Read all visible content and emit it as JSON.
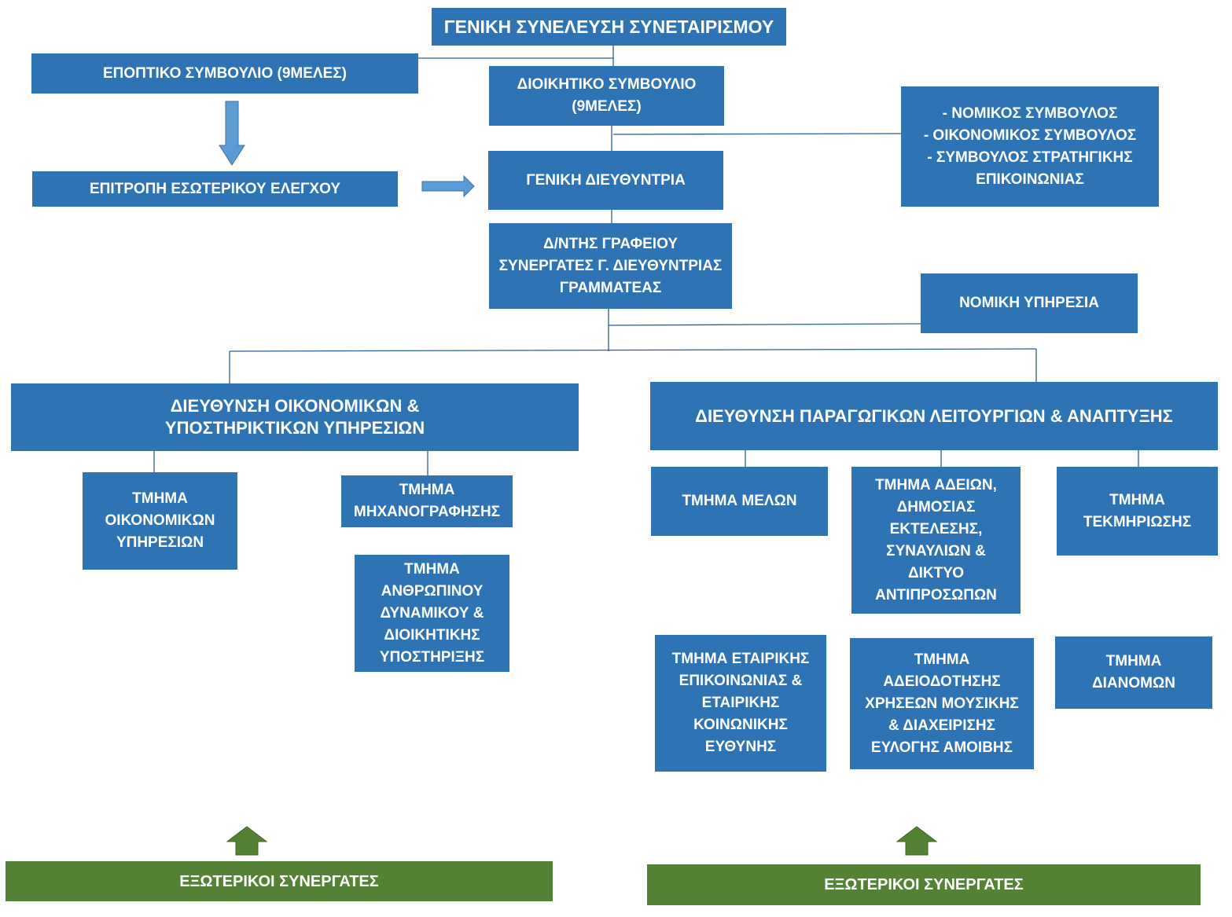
{
  "org_chart": {
    "general_assembly": "ΓΕΝΙΚΗ ΣΥΝΕΛΕΥΣΗ ΣΥΝΕΤΑΙΡΙΣΜΟΥ",
    "supervisory_board": "ΕΠΟΠΤΙΚΟ ΣΥΜΒΟΥΛΙΟ (9ΜΕΛΕΣ)",
    "board_of_directors": "ΔΙΟΙΚΗΤΙΚΟ ΣΥΜΒΟΥΛΙΟ\n(9ΜΕΛΕΣ)",
    "advisors": "- ΝΟΜΙΚΟΣ ΣΥΜΒΟΥΛΟΣ\n- ΟΙΚΟΝΟΜΙΚΟΣ ΣΥΜΒΟΥΛΟΣ\n- ΣΥΜΒΟΥΛΟΣ ΣΤΡΑΤΗΓΙΚΗΣ\nΕΠΙΚΟΙΝΩΝΙΑΣ",
    "internal_audit": "ΕΠΙΤΡΟΠΗ ΕΣΩΤΕΡΙΚΟΥ ΕΛΕΓΧΟΥ",
    "general_director": "ΓΕΝΙΚΗ ΔΙΕΥΘΥΝΤΡΙΑ",
    "office_director": "Δ/ΝΤΗΣ ΓΡΑΦΕΙΟΥ\nΣΥΝΕΡΓΑΤΕΣ Γ. ΔΙΕΥΘΥΝΤΡΙΑΣ\nΓΡΑΜΜΑΤΕΑΣ",
    "legal_service": "ΝΟΜΙΚΗ ΥΠΗΡΕΣΙΑ",
    "finance_directorate": "ΔΙΕΥΘΥΝΣΗ ΟΙΚΟΝΟΜΙΚΩΝ &\nΥΠΟΣΤΗΡΙΚΤΙΚΩΝ ΥΠΗΡΕΣΙΩΝ",
    "production_directorate": "ΔΙΕΥΘΥΝΣΗ ΠΑΡΑΓΩΓΙΚΩΝ ΛΕΙΤΟΥΡΓΙΩΝ & ΑΝΑΠΤΥΞΗΣ",
    "dept_financial": "ΤΜΗΜΑ\nΟΙΚΟΝΟΜΙΚΩΝ\nΥΠΗΡΕΣΙΩΝ",
    "dept_it": "ΤΜΗΜΑ\nΜΗΧΑΝΟΓΡΑΦΗΣΗΣ",
    "dept_hr": "ΤΜΗΜΑ\nΑΝΘΡΩΠΙΝΟΥ\nΔΥΝΑΜΙΚΟΥ &\nΔΙΟΙΚΗΤΙΚΗΣ\nΥΠΟΣΤΗΡΙΞΗΣ",
    "dept_members": "ΤΜΗΜΑ ΜΕΛΩΝ",
    "dept_licenses": "ΤΜΗΜΑ  ΑΔΕΙΩΝ,\nΔΗΜΟΣΙΑΣ\nΕΚΤΕΛΕΣΗΣ,\nΣΥΝΑΥΛΙΩΝ &\nΔΙΚΤΥΟ\nΑΝΤΙΠΡΟΣΩΠΩΝ",
    "dept_documentation": "ΤΜΗΜΑ\nΤΕΚΜΗΡΙΩΣΗΣ",
    "dept_communication": "ΤΜΗΜΑ ΕΤΑΙΡΙΚΗΣ\nΕΠΙΚΟΙΝΩΝΙΑΣ &\nΕΤΑΙΡΙΚΗΣ\nΚΟΙΝΩΝΙΚΗΣ\nΕΥΘΥΝΗΣ",
    "dept_music_licensing": "ΤΜΗΜΑ\nΑΔΕΙΟΔΟΤΗΣΗΣ\nΧΡΗΣΕΩΝ ΜΟΥΣΙΚΗΣ\n& ΔΙΑΧΕΙΡΙΣΗΣ\nΕΥΛΟΓΗΣ ΑΜΟΙΒΗΣ",
    "dept_distributions": "ΤΜΗΜΑ\nΔΙΑΝΟΜΩΝ",
    "external_partners_left": "ΕΞΩΤΕΡΙΚΟΙ ΣΥΝΕΡΓΑΤΕΣ",
    "external_partners_right": "ΕΞΩΤΕΡΙΚΟΙ ΣΥΝΕΡΓΑΤΕΣ"
  },
  "colors": {
    "box_blue": "#2e74b5",
    "box_green": "#548235",
    "arrow_blue": "#5b9bd5",
    "line": "#2e5f8f"
  }
}
